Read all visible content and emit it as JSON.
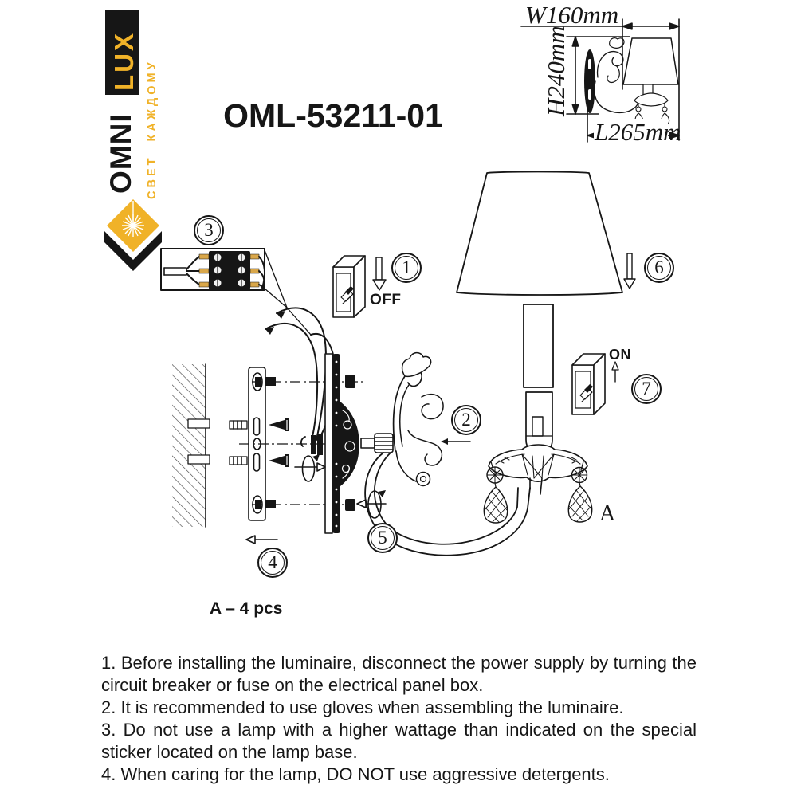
{
  "brand": {
    "name_part1": "OMNI",
    "name_part2": "LUX",
    "tagline": "СВЕТ КАЖДОМУ"
  },
  "model": "OML-53211-01",
  "dimension_diagram": {
    "width_label": "W160mm",
    "height_label": "H240mm",
    "length_label": "L265mm"
  },
  "diagram": {
    "steps": [
      "1",
      "2",
      "3",
      "4",
      "5",
      "6",
      "7"
    ],
    "switch_off_label": "OFF",
    "switch_on_label": "ON",
    "part_marker": "A"
  },
  "parts_note": "A – 4 pcs",
  "instructions": [
    "1. Before installing the luminaire, disconnect the power supply by turning the circuit breaker or fuse on the electrical panel box.",
    "2. It is recommended to use gloves when assembling the luminaire.",
    "3. Do not use a lamp with a higher wattage than indicated on the special sticker located on the lamp base.",
    "4. When caring for the lamp, DO NOT use aggressive detergents."
  ],
  "colors": {
    "ink": "#161616",
    "gold": "#F0B228",
    "wire_tip": "#D9A74A"
  }
}
